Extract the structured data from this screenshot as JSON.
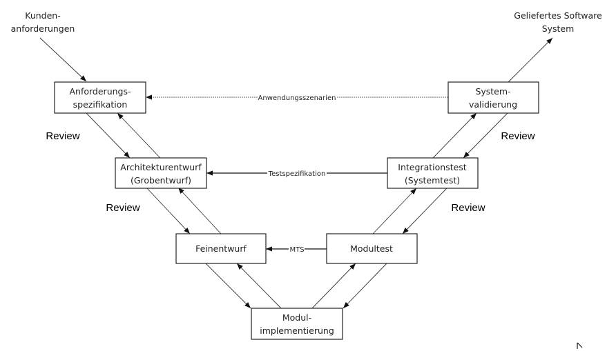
{
  "inputs": {
    "customer": [
      "Kunden-",
      "anforderungen"
    ],
    "delivered": [
      "Geliefertes Software",
      "System"
    ]
  },
  "boxes": {
    "requirements": [
      "Anforderungs-",
      "spezifikation"
    ],
    "architecture": [
      "Architekturentwurf",
      "(Grobentwurf)"
    ],
    "detailed_design": [
      "Feinentwurf"
    ],
    "implementation": [
      "Modul-",
      "implementierung"
    ],
    "module_test": [
      "Modultest"
    ],
    "integration_test": [
      "Integrationstest",
      "(Systemtest)"
    ],
    "validation": [
      "System-",
      "validierung"
    ]
  },
  "links": {
    "scenarios": "Anwendungsszenarien",
    "test_spec": "Testspezifikation",
    "mts": "MTS"
  },
  "reviews": [
    "Review",
    "Review",
    "Review",
    "Review"
  ]
}
